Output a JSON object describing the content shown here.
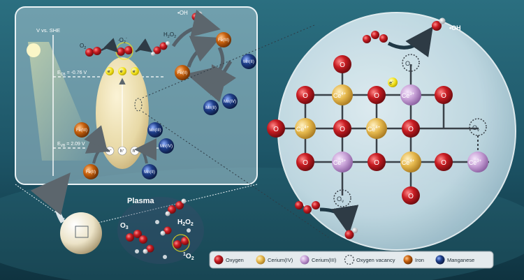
{
  "band_panel": {
    "axis_label": "V vs. SHE",
    "ecb": "E",
    "ecb_sub": "CB",
    "ecb_val": " = -0.76 V",
    "evb": "E",
    "evb_sub": "VB",
    "evb_val": " = 2.09 V",
    "o2": "O",
    "o2_sub": "2",
    "superoxide": "·O",
    "superoxide_sub": "2",
    "superoxide_sup": "-",
    "h2o2": "H",
    "h2o2_sub1": "2",
    "h2o2_o": "O",
    "h2o2_sub2": "2",
    "oh_top": "•OH",
    "electron": "e",
    "electron_sup": "-",
    "hole": "h",
    "hole_sup": "+",
    "fe3": "Fe(III)",
    "fe2": "Fe(II)",
    "mn2": "Mn(II)",
    "mn3": "Mn(III)",
    "mn4": "Mn(IV)"
  },
  "plasma": {
    "title": "Plasma",
    "o3": "O",
    "o3_sub": "3",
    "h2o2": "H",
    "h2o2_sub1": "2",
    "h2o2_o": "O",
    "h2o2_sub2": "2",
    "singlet": "O",
    "singlet_pre": "1",
    "singlet_sub": "2"
  },
  "lattice": {
    "oh": "•OH",
    "o": "O",
    "ce": "Ce",
    "ce4_sup": "4+",
    "ce3_sup": "3+",
    "ov": "O",
    "ov_sub": "v",
    "electron": "e",
    "electron_sup": "-"
  },
  "legend": {
    "items": [
      {
        "label": "Oxygen",
        "color": "#c81c22"
      },
      {
        "label": "Cerium(IV)",
        "color": "#e6b94e"
      },
      {
        "label": "Cerium(III)",
        "color": "#c9a3d8"
      },
      {
        "label": "Oxygen vacancy",
        "color": "none"
      },
      {
        "label": "Iron",
        "color": "#c9620e"
      },
      {
        "label": "Manganese",
        "color": "#1f3f8a"
      }
    ]
  },
  "colors": {
    "oxygen": "#c81c22",
    "cerium4": "#e6b94e",
    "cerium3": "#c9a3d8",
    "iron": "#c9620e",
    "manganese": "#1f3f8a",
    "sea_top": "#1f5f73",
    "sea_bottom": "#0e2f3c"
  }
}
